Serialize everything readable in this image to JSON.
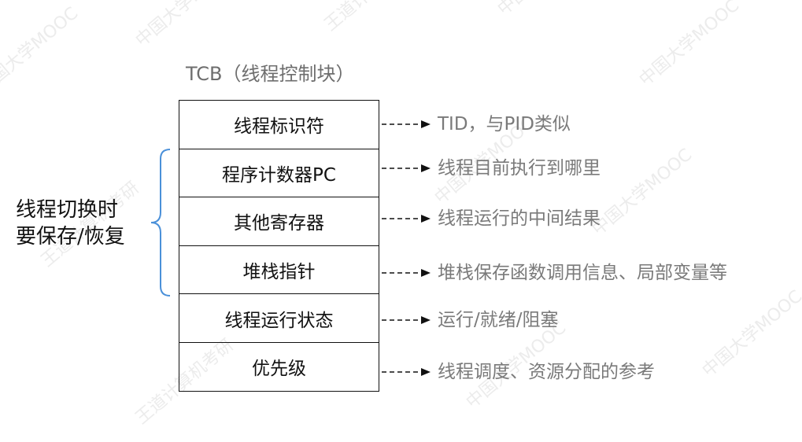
{
  "title": "TCB（线程控制块）",
  "rows": [
    {
      "field": "线程标识符",
      "description": "TID，与PID类似"
    },
    {
      "field": "程序计数器PC",
      "description": "线程目前执行到哪里"
    },
    {
      "field": "其他寄存器",
      "description": "线程运行的中间结果"
    },
    {
      "field": "堆栈指针",
      "description": "堆栈保存函数调用信息、局部变量等"
    },
    {
      "field": "线程运行状态",
      "description": "运行/就绪/阻塞"
    },
    {
      "field": "优先级",
      "description": "线程调度、资源分配的参考"
    }
  ],
  "side_label": {
    "line1": "线程切换时",
    "line2": "要保存/恢复"
  },
  "brace_color": "#4a90d9",
  "watermark": {
    "text": "中国大学MOOC",
    "brand": "王道计算机考研"
  }
}
